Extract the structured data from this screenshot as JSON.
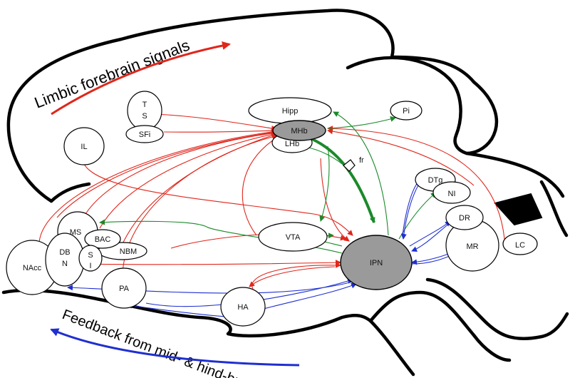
{
  "title_top": "Limbic forebrain signals",
  "title_bottom": "Feedback from mid- & hind-brain",
  "colors": {
    "forebrain": "#e0261b",
    "feedback": "#1f2fd0",
    "intra": "#1a8a2a",
    "hub": "#9a9a9a"
  },
  "nodes": {
    "hipp": "Hipp",
    "pi": "Pi",
    "t": "T",
    "s": "S",
    "sfi": "SFi",
    "il": "IL",
    "mhb": "MHb",
    "lhb": "LHb",
    "fr": "fr",
    "dtg": "DTg",
    "ni": "NI",
    "dr": "DR",
    "mr": "MR",
    "lc": "LC",
    "ms": "MS",
    "bac": "BAC",
    "nbm": "NBM",
    "vta": "VTA",
    "ipn": "IPN",
    "nacc": "NAcc",
    "db": "DB",
    "n": "N",
    "si_s": "S",
    "si_i": "I",
    "pa": "PA",
    "ha": "HA"
  }
}
